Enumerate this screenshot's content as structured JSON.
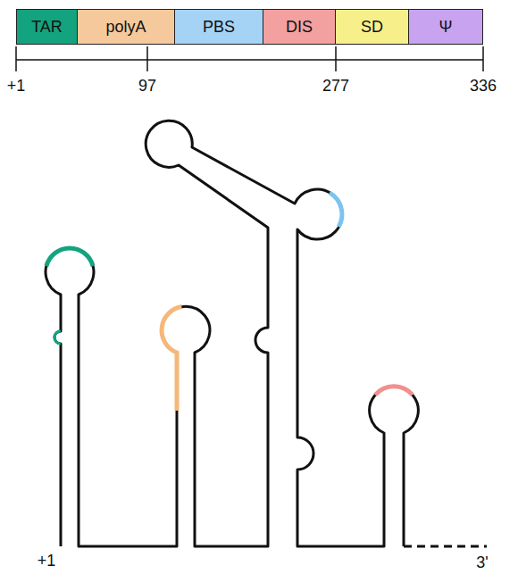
{
  "diagram": {
    "nodes": [
      {
        "text": [
          "TAR"
        ]
      },
      {
        "text": [
          "polyA"
        ]
      },
      {
        "text": [
          "PBS"
        ]
      },
      {
        "text": [
          "DIS"
        ]
      },
      {
        "text": [
          "SD"
        ]
      },
      {
        "text": [
          "Ψ"
        ]
      }
    ],
    "labels": [
      "+1",
      "97",
      "277",
      "336",
      "+1",
      "3'"
    ]
  }
}
